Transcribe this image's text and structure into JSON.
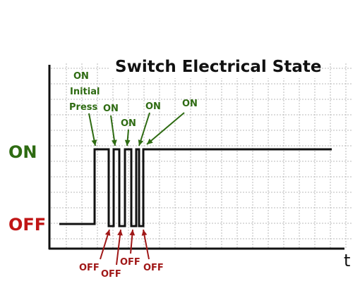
{
  "title": "Switch Electrical State",
  "levels": {
    "on": "ON",
    "off": "OFF"
  },
  "time_label": "t",
  "colors": {
    "on": "#2e6b12",
    "off": "#a01818",
    "signal": "#111111",
    "grid": "#b8b8b8"
  },
  "annotations": {
    "on_initial": [
      "ON",
      "Initial",
      "Press"
    ],
    "on": [
      "ON",
      "ON",
      "ON",
      "ON"
    ],
    "off": [
      "OFF",
      "OFF",
      "OFF",
      "OFF"
    ]
  }
}
